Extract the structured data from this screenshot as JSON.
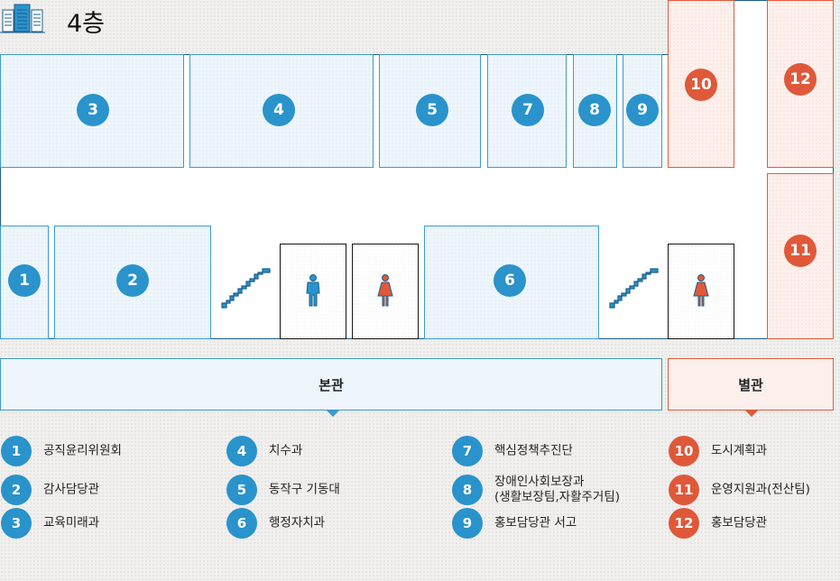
{
  "floor": {
    "title": "4층",
    "icon": "building-icon"
  },
  "rooms": [
    {
      "num": "1",
      "building": "main"
    },
    {
      "num": "2",
      "building": "main"
    },
    {
      "num": "3",
      "building": "main"
    },
    {
      "num": "4",
      "building": "main"
    },
    {
      "num": "5",
      "building": "main"
    },
    {
      "num": "6",
      "building": "main"
    },
    {
      "num": "7",
      "building": "main"
    },
    {
      "num": "8",
      "building": "main"
    },
    {
      "num": "9",
      "building": "main"
    },
    {
      "num": "10",
      "building": "annex"
    },
    {
      "num": "11",
      "building": "annex"
    },
    {
      "num": "12",
      "building": "annex"
    }
  ],
  "buildings": {
    "main": "본관",
    "annex": "별관"
  },
  "legend": [
    {
      "num": "1",
      "label": "공직윤리위원회"
    },
    {
      "num": "2",
      "label": "감사담당관"
    },
    {
      "num": "3",
      "label": "교육미래과"
    },
    {
      "num": "4",
      "label": "치수과"
    },
    {
      "num": "5",
      "label": "동작구 기동대"
    },
    {
      "num": "6",
      "label": "행정자치과"
    },
    {
      "num": "7",
      "label": "핵심정책추진단"
    },
    {
      "num": "8",
      "label": "장애인사회보장과",
      "label2": "(생활보장팀,자활주거팀)"
    },
    {
      "num": "9",
      "label": "홍보담당관 서고"
    },
    {
      "num": "10",
      "label": "도시계획과"
    },
    {
      "num": "11",
      "label": "운영지원과(전산팀)"
    },
    {
      "num": "12",
      "label": "홍보담당관"
    }
  ],
  "colors": {
    "main": "#2a93cb",
    "annex": "#e0583a",
    "outline": "#1a5f8a"
  }
}
